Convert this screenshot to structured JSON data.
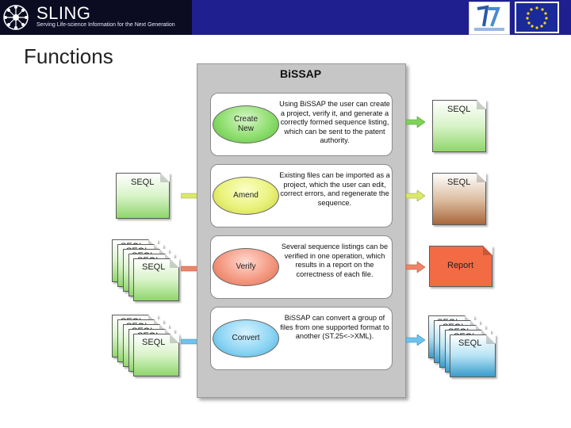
{
  "header": {
    "brand_name": "SLING",
    "tagline": "Serving Life-science Information for the Next Generation",
    "logo_icon": "sling-network-logo-icon",
    "partner_logo": "fp7-logo",
    "flag": "eu-flag"
  },
  "page_title": "Functions",
  "panel": {
    "title": "BiSSAP",
    "rows": [
      {
        "label_line1": "Create",
        "label_line2": "New",
        "description": "Using BiSSAP the user can create a project, verify it, and generate a correctly formed sequence listing, which can be sent to the patent authority."
      },
      {
        "label_line1": "Amend",
        "label_line2": "",
        "description": "Existing files can be imported as a project, which the user can edit, correct errors, and regenerate the sequence."
      },
      {
        "label_line1": "Verify",
        "label_line2": "",
        "description": "Several sequence listings can be verified in one operation, which results in a report on the correctness of each file."
      },
      {
        "label_line1": "Convert",
        "label_line2": "",
        "description": "BiSSAP can convert a group of files from one supported format to another (ST.25<->XML)."
      }
    ]
  },
  "documents": {
    "seql_label": "SEQL",
    "report_label": "Report"
  },
  "colors": {
    "create": "#7fd25a",
    "amend": "#e2ec6a",
    "verify": "#ee8468",
    "convert": "#6cc4ec"
  }
}
